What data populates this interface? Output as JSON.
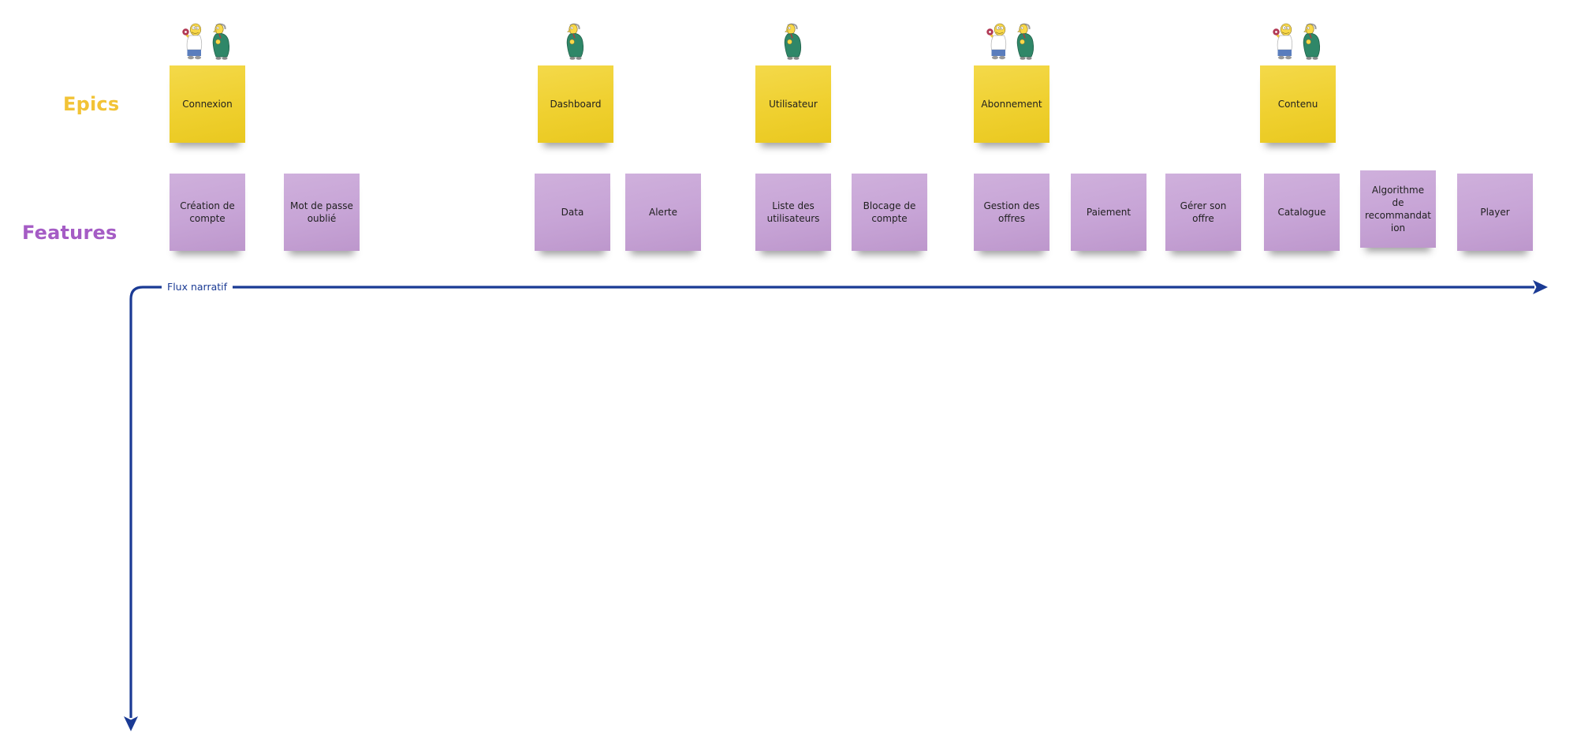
{
  "labels": {
    "epics": "Epics",
    "features": "Features"
  },
  "flow": {
    "label": "Flux narratif"
  },
  "epics": [
    {
      "label": "Connexion",
      "avatars": [
        "homer",
        "burns"
      ]
    },
    {
      "label": "Dashboard",
      "avatars": [
        "burns"
      ]
    },
    {
      "label": "Utilisateur",
      "avatars": [
        "burns"
      ]
    },
    {
      "label": "Abonnement",
      "avatars": [
        "homer",
        "burns"
      ]
    },
    {
      "label": "Contenu",
      "avatars": [
        "homer",
        "burns"
      ]
    }
  ],
  "features": [
    {
      "label": "Création de compte",
      "epic": "Connexion"
    },
    {
      "label": "Mot de passe oublié",
      "epic": "Connexion"
    },
    {
      "label": "Data",
      "epic": "Dashboard"
    },
    {
      "label": "Alerte",
      "epic": "Dashboard"
    },
    {
      "label": "Liste des utilisateurs",
      "epic": "Utilisateur"
    },
    {
      "label": "Blocage de compte",
      "epic": "Utilisateur"
    },
    {
      "label": "Gestion des offres",
      "epic": "Abonnement"
    },
    {
      "label": "Paiement",
      "epic": "Abonnement"
    },
    {
      "label": "Gérer son offre",
      "epic": "Abonnement"
    },
    {
      "label": "Catalogue",
      "epic": "Contenu"
    },
    {
      "label": "Algorithme de recommandation",
      "epic": "Contenu"
    },
    {
      "label": "Player",
      "epic": "Contenu"
    }
  ],
  "colors": {
    "epic_label": "#f2c336",
    "feature_label": "#a55cc5",
    "epic_note": "#efd02f",
    "feature_note": "#c7a4d6",
    "arrow": "#1a3a94",
    "note_text": "#1f1f1f"
  }
}
